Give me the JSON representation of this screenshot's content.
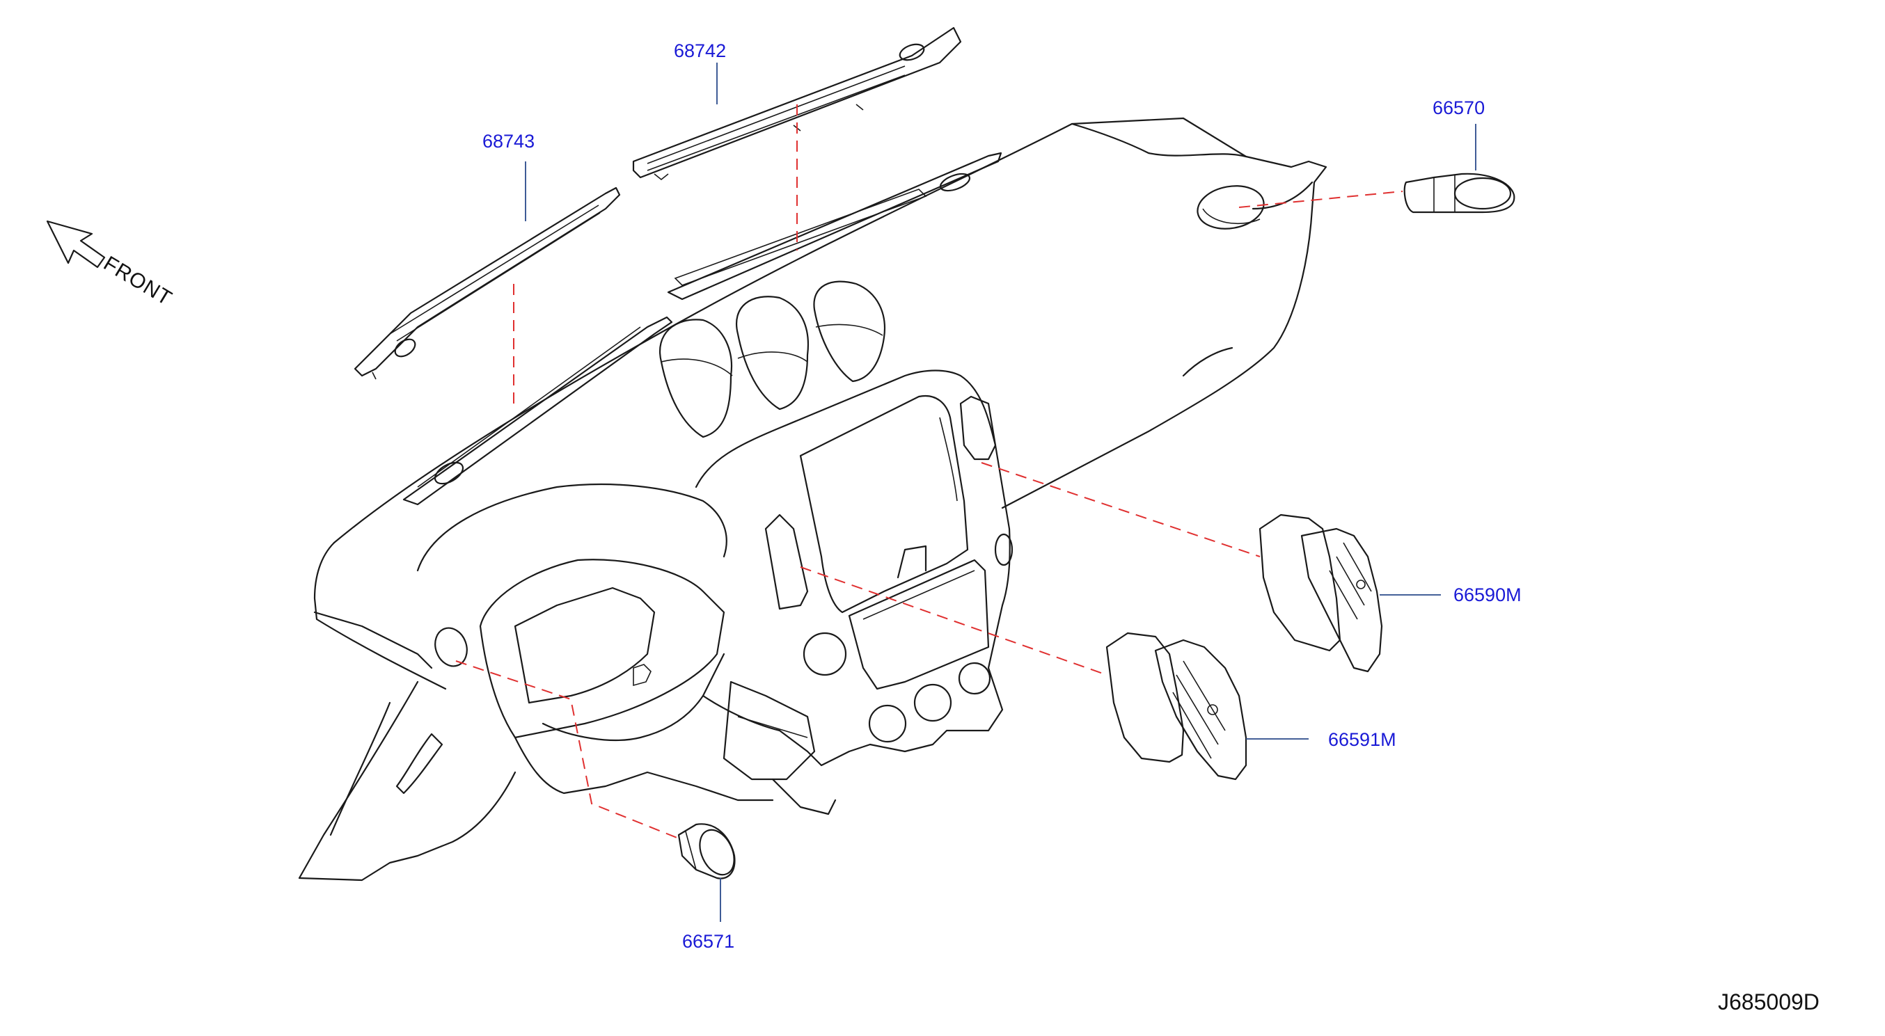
{
  "diagram": {
    "code": "J685009D",
    "orientation_label": "FRONT",
    "parts": [
      {
        "id": "p68742",
        "number": "68742"
      },
      {
        "id": "p68743",
        "number": "68743"
      },
      {
        "id": "p66570",
        "number": "66570"
      },
      {
        "id": "p66590M",
        "number": "66590M"
      },
      {
        "id": "p66591M",
        "number": "66591M"
      },
      {
        "id": "p66571",
        "number": "66571"
      }
    ],
    "colors": {
      "part_label": "#1a1ad6",
      "leader_line": "#2a4a8a",
      "dash_line": "#e03030",
      "outline": "#1a1a1a"
    }
  }
}
